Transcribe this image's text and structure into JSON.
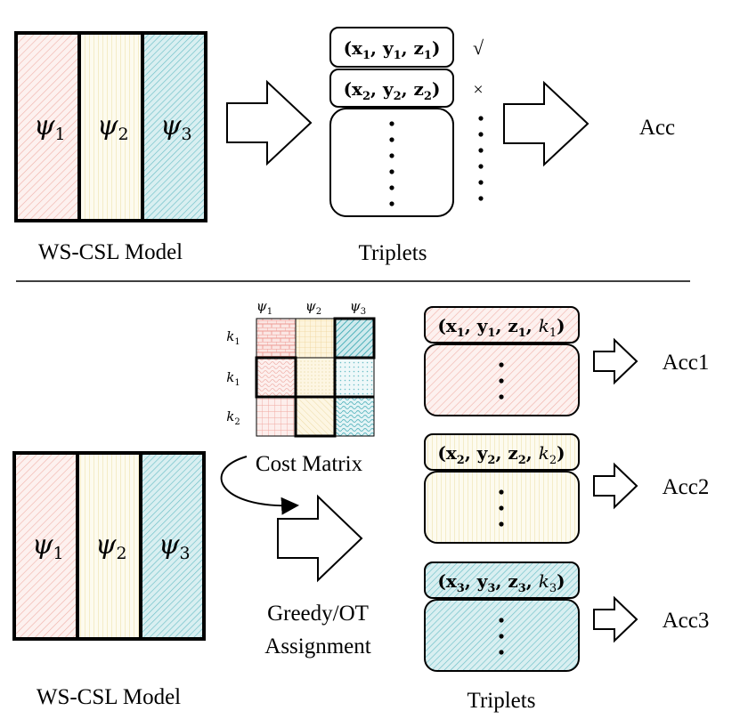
{
  "top": {
    "model": {
      "columns": [
        {
          "label": "ψ",
          "sub": "1",
          "color": "#f4c4bc"
        },
        {
          "label": "ψ",
          "sub": "2",
          "color": "#efe1a8"
        },
        {
          "label": "ψ",
          "sub": "3",
          "color": "#8fd0d6"
        }
      ],
      "caption": "WS-CSL Model"
    },
    "triplets": {
      "rows": [
        {
          "vars": [
            "x1",
            "y1",
            "z1"
          ],
          "mark": "√"
        },
        {
          "vars": [
            "x2",
            "y2",
            "z2"
          ],
          "mark": "×"
        }
      ],
      "caption": "Triplets"
    },
    "result": "Acc"
  },
  "bottom": {
    "model": {
      "columns": [
        {
          "label": "ψ",
          "sub": "1",
          "color": "#f4c4bc"
        },
        {
          "label": "ψ",
          "sub": "2",
          "color": "#efe1a8"
        },
        {
          "label": "ψ",
          "sub": "3",
          "color": "#8fd0d6"
        }
      ],
      "caption": "WS-CSL Model"
    },
    "cost_matrix": {
      "col_labels": [
        {
          "label": "ψ",
          "sub": "1"
        },
        {
          "label": "ψ",
          "sub": "2"
        },
        {
          "label": "ψ",
          "sub": "3"
        }
      ],
      "row_labels": [
        {
          "label": "k",
          "sub": "1"
        },
        {
          "label": "k",
          "sub": "1"
        },
        {
          "label": "k",
          "sub": "2"
        }
      ],
      "caption": "Cost Matrix"
    },
    "assignment": {
      "line1": "Greedy/OT",
      "line2": "Assignment"
    },
    "groups": [
      {
        "vars": [
          "x1",
          "y1",
          "z1"
        ],
        "k": "k1",
        "result": "Acc1",
        "color": "#f4c4bc"
      },
      {
        "vars": [
          "x2",
          "y2",
          "z2"
        ],
        "k": "k2",
        "result": "Acc2",
        "color": "#efe1a8"
      },
      {
        "vars": [
          "x3",
          "y3",
          "z3"
        ],
        "k": "k3",
        "result": "Acc3",
        "color": "#8fd0d6"
      }
    ],
    "triplets_caption": "Triplets"
  }
}
